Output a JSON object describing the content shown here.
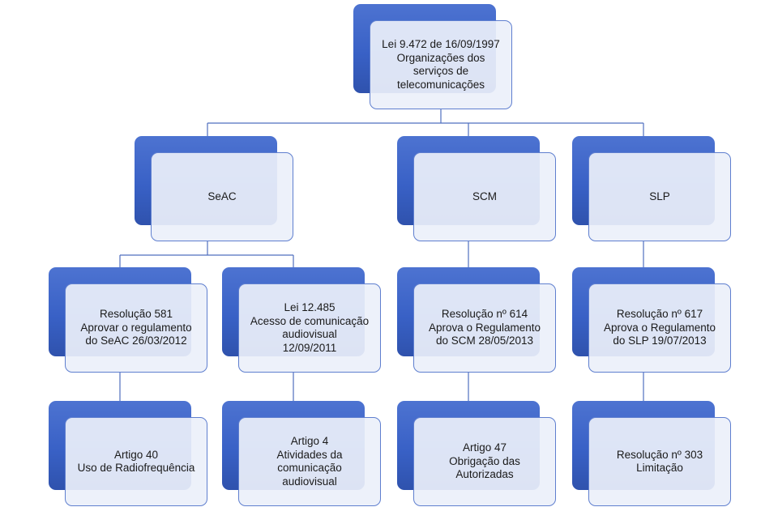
{
  "root": {
    "lines": [
      "Lei 9.472 de 16/09/1997",
      "Organizações dos",
      "serviços de",
      "telecomunicações"
    ]
  },
  "level1": {
    "seac": {
      "lines": [
        "SeAC"
      ]
    },
    "scm": {
      "lines": [
        "SCM"
      ]
    },
    "slp": {
      "lines": [
        "SLP"
      ]
    }
  },
  "level2": {
    "res581": {
      "lines": [
        "Resolução 581",
        "Aprovar o regulamento",
        "do SeAC 26/03/2012"
      ]
    },
    "lei12485": {
      "lines": [
        "Lei 12.485",
        "Acesso de comunicação",
        "audiovisual",
        "12/09/2011"
      ]
    },
    "res614": {
      "lines": [
        "Resolução nº 614",
        "Aprova o Regulamento",
        "do SCM 28/05/2013"
      ]
    },
    "res617": {
      "lines": [
        "Resolução nº 617",
        "Aprova o Regulamento",
        "do SLP 19/07/2013"
      ]
    }
  },
  "level3": {
    "art40": {
      "lines": [
        "Artigo 40",
        "Uso de Radiofrequência"
      ]
    },
    "art4": {
      "lines": [
        "Artigo 4",
        "Atividades da",
        "comunicação",
        "audiovisual"
      ]
    },
    "art47": {
      "lines": [
        "Artigo 47",
        "Obrigação das",
        "Autorizadas"
      ]
    },
    "res303": {
      "lines": [
        "Resolução nº 303",
        "Limitação"
      ]
    }
  },
  "colors": {
    "box_dark": "#3961c6",
    "box_light": "#ebf0fa",
    "connector": "#4f6fbf"
  }
}
